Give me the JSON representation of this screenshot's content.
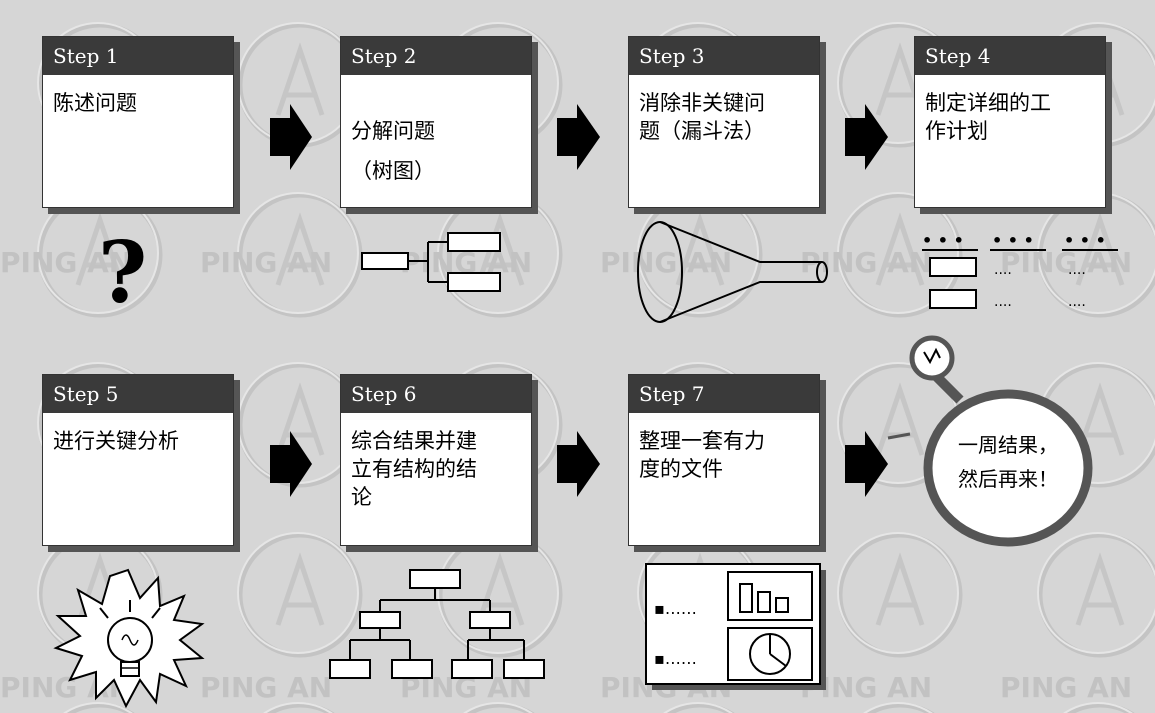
{
  "watermark": "PING AN",
  "colors": {
    "header_bg": "#3a3a3a",
    "card_bg": "#ffffff",
    "background": "#d6d6d6",
    "ink": "#000000"
  },
  "steps": [
    {
      "label": "Step 1",
      "text": "陈述问题",
      "sub": ""
    },
    {
      "label": "Step 2",
      "text": "分解问题",
      "sub": "（树图）"
    },
    {
      "label": "Step 3",
      "text": "消除非关键问\n题（漏斗法）",
      "sub": ""
    },
    {
      "label": "Step 4",
      "text": "制定详细的工\n作计划",
      "sub": ""
    },
    {
      "label": "Step 5",
      "text": "进行关键分析",
      "sub": ""
    },
    {
      "label": "Step 6",
      "text": "综合结果并建\n立有结构的结\n论",
      "sub": ""
    },
    {
      "label": "Step 7",
      "text": "整理一套有力\n度的文件",
      "sub": ""
    }
  ],
  "result": {
    "line1": "一周结果，",
    "line2": "然后再来！"
  },
  "icons": {
    "step1": "question-mark-icon",
    "step2": "tree-diagram-icon",
    "step3": "funnel-icon",
    "step4": "work-plan-table-icon",
    "step5": "lightbulb-icon",
    "step6": "org-chart-icon",
    "step7": "document-report-icon",
    "result": "magnifier-icon"
  },
  "plan_table": {
    "dots": "• • •",
    "ellipsis": "...."
  },
  "report": {
    "bullet_text": "▪……"
  }
}
